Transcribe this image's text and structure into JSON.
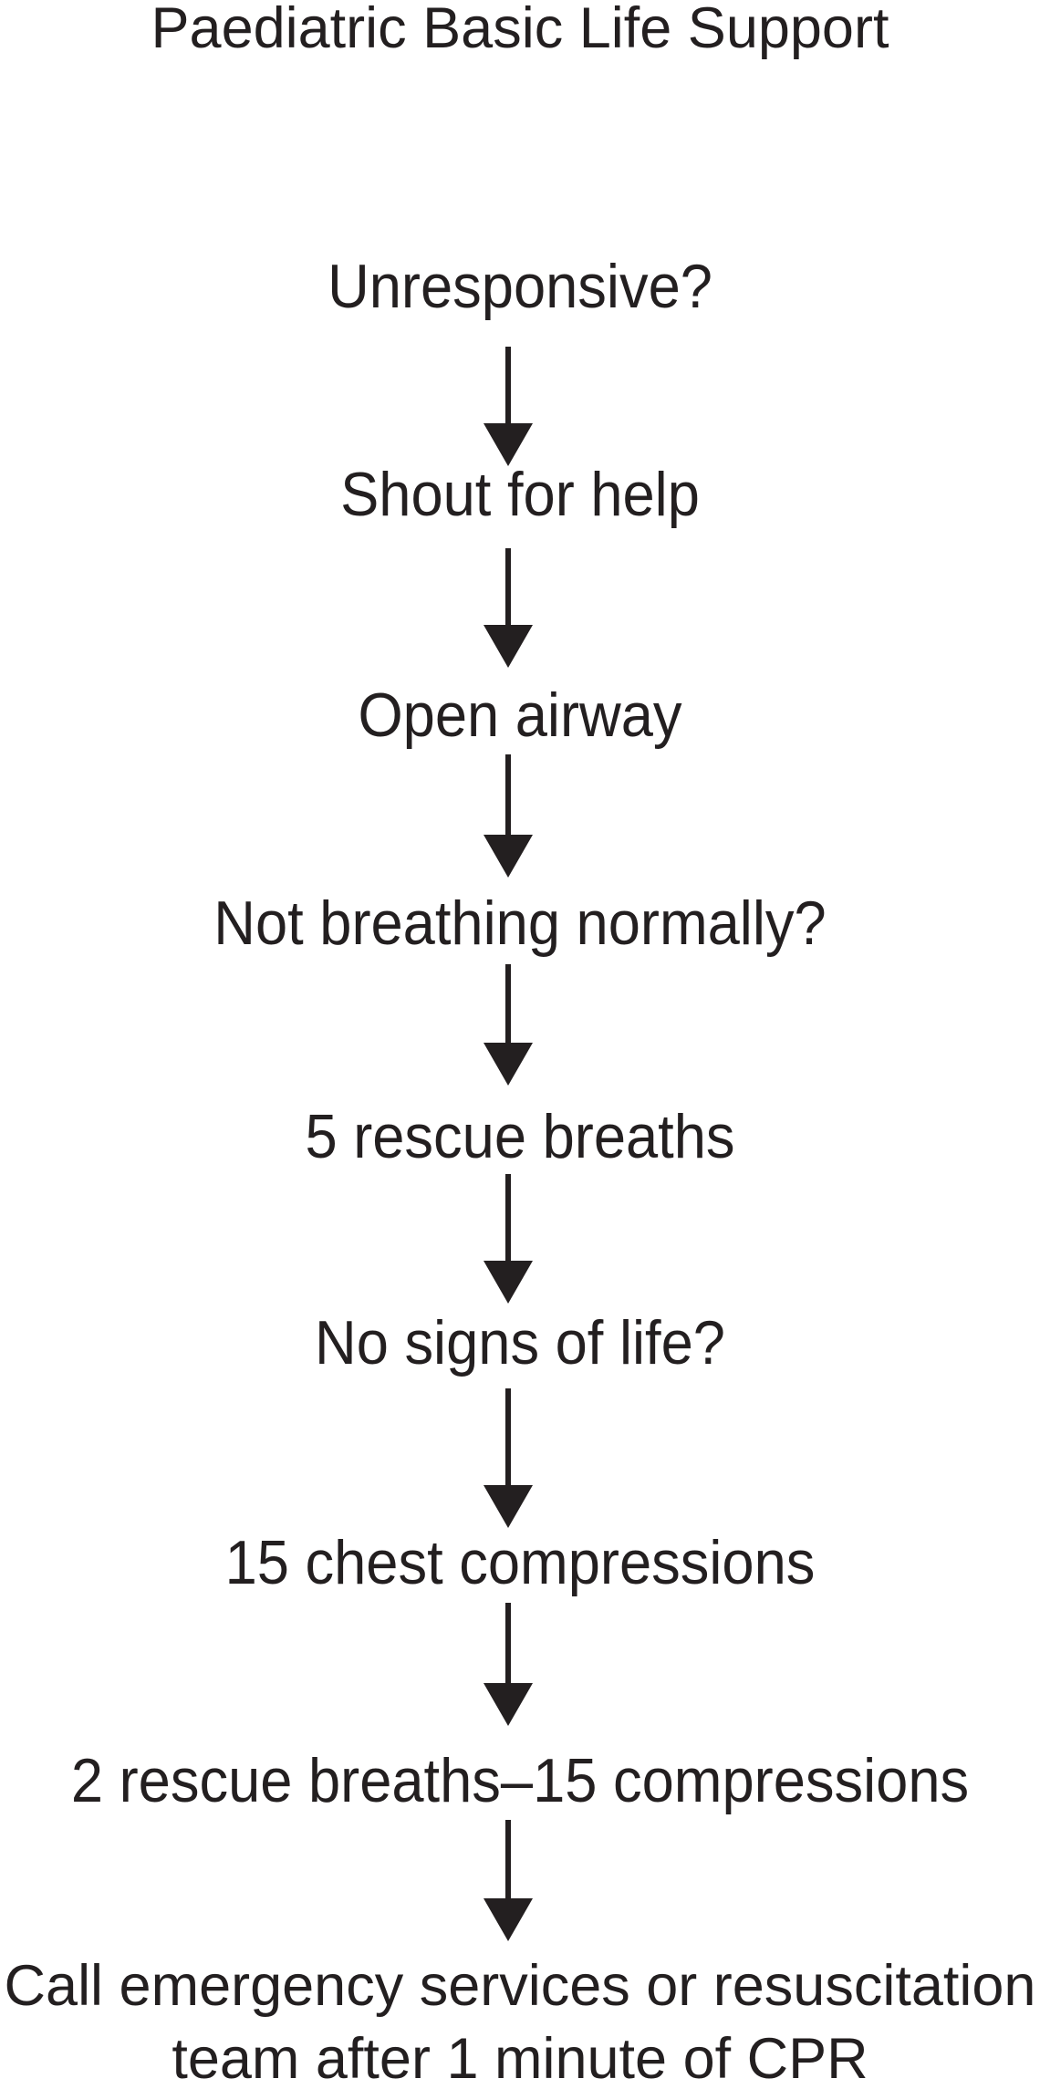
{
  "title": "Paediatric Basic Life Support",
  "colors": {
    "ink": "#231f20",
    "background": "#ffffff"
  },
  "flowchart": {
    "connector": {
      "icon": "arrow-down-icon",
      "shape": "filled-triangle-head-with-shaft"
    },
    "steps": [
      {
        "id": "unresponsive",
        "label": "Unresponsive?"
      },
      {
        "id": "shout-for-help",
        "label": "Shout for help"
      },
      {
        "id": "open-airway",
        "label": "Open airway"
      },
      {
        "id": "not-breathing-normally",
        "label": "Not breathing normally?"
      },
      {
        "id": "five-rescue-breaths",
        "label": "5 rescue breaths"
      },
      {
        "id": "no-signs-of-life",
        "label": "No signs of life?"
      },
      {
        "id": "fifteen-chest-compressions",
        "label": "15 chest compressions"
      },
      {
        "id": "breaths-compressions-ratio",
        "label": "2 rescue breaths–15 compressions"
      },
      {
        "id": "call-emergency-services",
        "label_lines": [
          "Call emergency services or resuscitation",
          "team after 1 minute of CPR"
        ]
      }
    ]
  }
}
